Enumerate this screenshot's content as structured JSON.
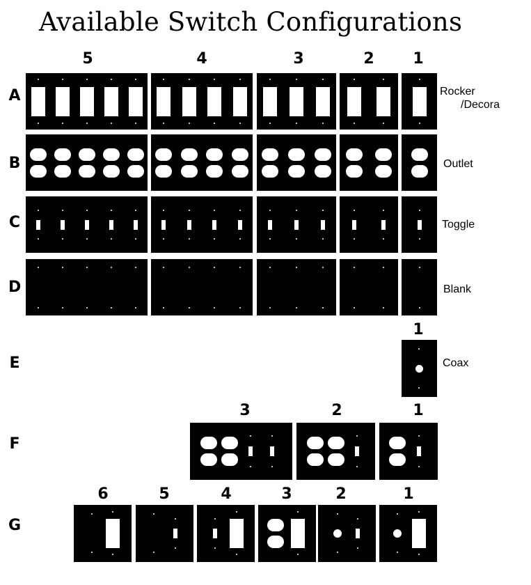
{
  "title": "Available Switch Configurations",
  "top_counts": [
    "5",
    "4",
    "3",
    "2",
    "1"
  ],
  "rows": [
    {
      "id": "A",
      "label": "A",
      "type_line1": "Rocker",
      "type_line2": "/Decora"
    },
    {
      "id": "B",
      "label": "B",
      "type_line1": "Outlet"
    },
    {
      "id": "C",
      "label": "C",
      "type_line1": "Toggle"
    },
    {
      "id": "D",
      "label": "D",
      "type_line1": "Blank"
    },
    {
      "id": "E",
      "label": "E",
      "type_line1": "Coax",
      "count": "1"
    },
    {
      "id": "F",
      "label": "F",
      "counts": [
        "3",
        "2",
        "1"
      ]
    },
    {
      "id": "G",
      "label": "G",
      "counts": [
        "6",
        "5",
        "4",
        "3",
        "2",
        "1"
      ]
    }
  ],
  "colors": {
    "plate": "#000000",
    "background": "#ffffff"
  }
}
